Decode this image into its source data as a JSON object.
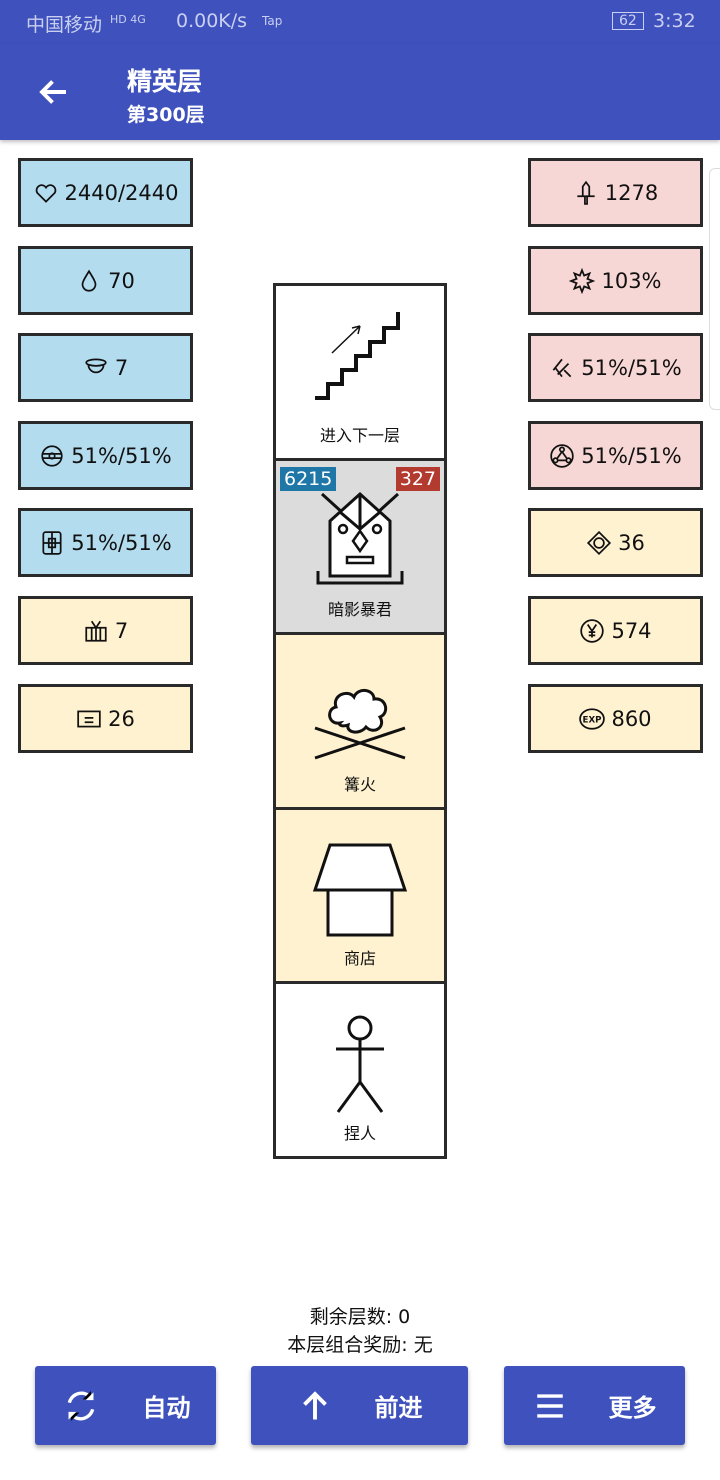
{
  "status_bar": {
    "carrier": "中国移动",
    "network": "HD 4G",
    "speed": "0.00K/s",
    "app_tag": "Tap",
    "battery": "62",
    "time": "3:32"
  },
  "header": {
    "title": "精英层",
    "subtitle": "第300层"
  },
  "left_stats": [
    {
      "icon": "heart-icon",
      "value": "2440/2440",
      "color": "#b3dcef"
    },
    {
      "icon": "drop-icon",
      "value": "70",
      "color": "#b3dcef"
    },
    {
      "icon": "helmet-icon",
      "value": "7",
      "color": "#b3dcef"
    },
    {
      "icon": "shield-disc-icon",
      "value": "51%/51%",
      "color": "#b3dcef"
    },
    {
      "icon": "armor-icon",
      "value": "51%/51%",
      "color": "#b3dcef"
    },
    {
      "icon": "chest-icon",
      "value": "7",
      "color": "#fff2d0"
    },
    {
      "icon": "card-icon",
      "value": "26",
      "color": "#fff2d0"
    }
  ],
  "right_stats": [
    {
      "icon": "sword-icon",
      "value": "1278",
      "color": "#f7d7d5"
    },
    {
      "icon": "burst-icon",
      "value": "103%",
      "color": "#f7d7d5"
    },
    {
      "icon": "slash-icon",
      "value": "51%/51%",
      "color": "#f7d7d5"
    },
    {
      "icon": "triad-icon",
      "value": "51%/51%",
      "color": "#f7d7d5"
    },
    {
      "icon": "gem-icon",
      "value": "36",
      "color": "#fff2d0"
    },
    {
      "icon": "yen-coin-icon",
      "value": "574",
      "color": "#fff2d0"
    },
    {
      "icon": "exp-icon",
      "value": "860",
      "color": "#fff2d0"
    }
  ],
  "floor_cells": [
    {
      "label": "进入下一层",
      "type": "stairs",
      "color": "#ffffff"
    },
    {
      "label": "暗影暴君",
      "type": "enemy",
      "color": "#dcdcdc",
      "hp": "6215",
      "attack": "327",
      "hp_color": "#1f77a8",
      "attack_color": "#b23a2e"
    },
    {
      "label": "篝火",
      "type": "bonfire",
      "color": "#fff2d0"
    },
    {
      "label": "商店",
      "type": "shop",
      "color": "#fff2d0"
    },
    {
      "label": "捏人",
      "type": "character",
      "color": "#ffffff"
    }
  ],
  "info": {
    "remaining_floors": "剩余层数: 0",
    "combo_reward": "本层组合奖励: 无"
  },
  "buttons": {
    "auto": "自动",
    "forward": "前进",
    "more": "更多"
  }
}
